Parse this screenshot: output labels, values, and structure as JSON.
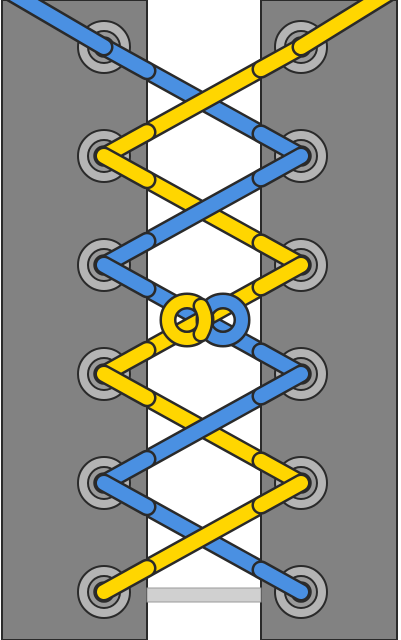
{
  "diagram": {
    "type": "shoelace-lacing",
    "eyelet_pairs": 6,
    "lace_colors": {
      "lace_a": "#4a90e2",
      "lace_b": "#ffd600"
    },
    "palette": {
      "shoe_panel": "#828282",
      "gap_background": "#ffffff",
      "outline": "#2a2a2a",
      "eyelet_ring": "#b4b4b4",
      "eyelet_hole": "#f5f5f5",
      "bottom_bar": "#d0d0d0"
    },
    "features": [
      "criss-cross",
      "mid-knot"
    ]
  }
}
